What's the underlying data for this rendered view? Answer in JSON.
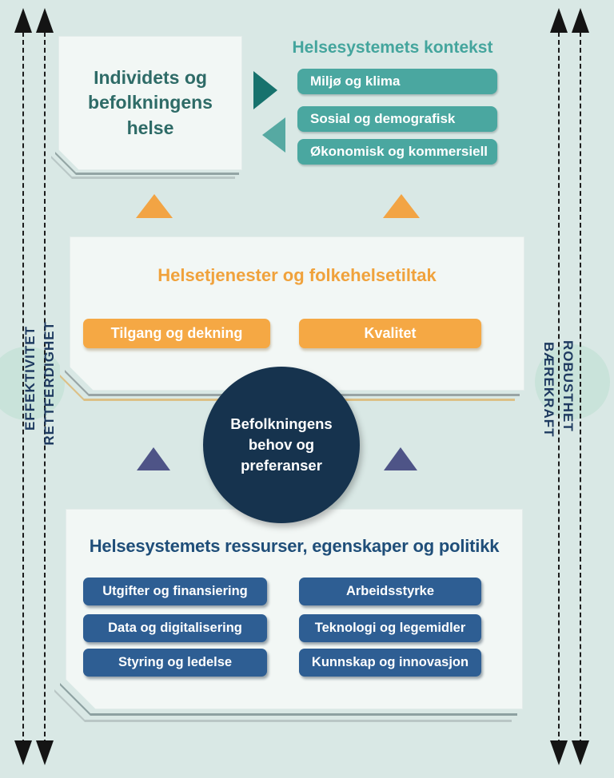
{
  "diagram": {
    "left_axis": {
      "labels": [
        "EFFEKTIVITET",
        "RETTFERDIGHET"
      ]
    },
    "right_axis": {
      "labels": [
        "ROBUSTHET",
        "BÆREKRAFT"
      ]
    },
    "individ_box": {
      "title": "Individets og befolkningens helse"
    },
    "context": {
      "title": "Helsesystemets kontekst",
      "items": [
        "Miljø og klima",
        "Sosial og demografisk",
        "Økonomisk og kommersiell"
      ]
    },
    "services": {
      "title": "Helsetjenester og folkehelsetiltak",
      "items": [
        "Tilgang og dekning",
        "Kvalitet"
      ]
    },
    "center": {
      "title": "Befolkningens behov og preferanser"
    },
    "resources": {
      "title": "Helsesystemets ressurser, egenskaper og politikk",
      "left_items": [
        "Utgifter og finansiering",
        "Data og digitalisering",
        "Styring og ledelse"
      ],
      "right_items": [
        "Arbeidsstyrke",
        "Teknologi og legemidler",
        "Kunnskap og innovasjon"
      ]
    },
    "colors": {
      "background": "#d9e8e5",
      "teal": "#4aa7a0",
      "teal_dark": "#17726d",
      "orange": "#f5a844",
      "navy_circle": "#16334e",
      "blue_button": "#2e5e93",
      "blue_heading": "#1f4e79",
      "slate_triangle": "#4e5487"
    }
  }
}
